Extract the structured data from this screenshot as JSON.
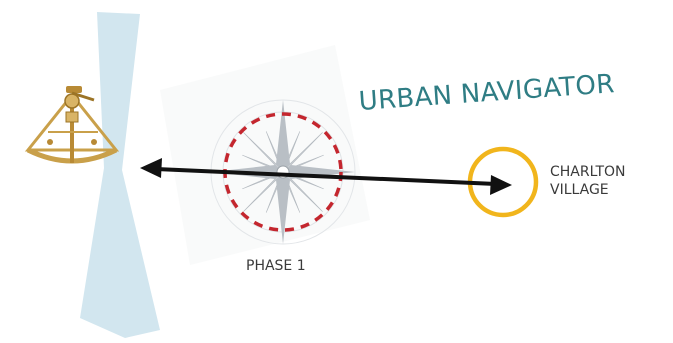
{
  "title": "URBAN NAVIGATOR",
  "destination": {
    "line1": "CHARLTON",
    "line2": "VILLAGE"
  },
  "phase_label": "PHASE 1",
  "icons": [
    "sextant-icon",
    "compass-rose-icon",
    "river-shape",
    "double-arrow",
    "target-circle",
    "phase-circle"
  ],
  "colors": {
    "title": "#2f7d84",
    "river": "#d2e6ef",
    "dashed_circle": "#c4262e",
    "target_circle": "#f1b51c",
    "arrow": "#111111",
    "sextant": "#c9a04a"
  }
}
